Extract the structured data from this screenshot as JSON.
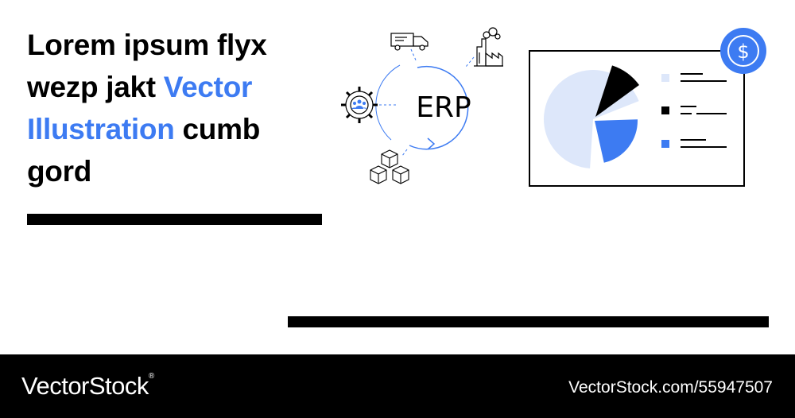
{
  "headline": {
    "part1": "Lorem ipsum flyx wezp jakt ",
    "accent": "Vector Illustration",
    "part2": " cumb gord"
  },
  "diagram": {
    "center_label": "ERP",
    "nodes": [
      "truck-icon",
      "factory-icon",
      "team-gear-icon",
      "boxes-icon"
    ]
  },
  "dashboard": {
    "badge_symbol": "$",
    "pie_data": [
      {
        "name": "light-blue-slice",
        "value": 68,
        "color": "#dde7fa"
      },
      {
        "name": "black-slice",
        "value": 10,
        "color": "#000000"
      },
      {
        "name": "blue-slice",
        "value": 22,
        "color": "#3d7bf2"
      }
    ]
  },
  "colors": {
    "accent": "#3d7bf2",
    "light": "#dde7fa",
    "ink": "#000000"
  },
  "footer": {
    "brand": "VectorStock",
    "brand_mark": "®",
    "site": "VectorStock.com/55947507"
  }
}
